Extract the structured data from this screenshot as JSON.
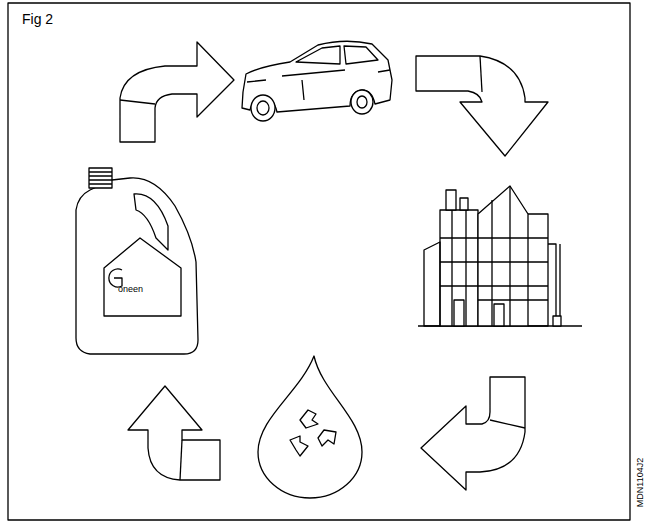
{
  "diagram": {
    "labels": [
      "Fig 2",
      "oneen",
      "MDN1104J2"
    ]
  }
}
